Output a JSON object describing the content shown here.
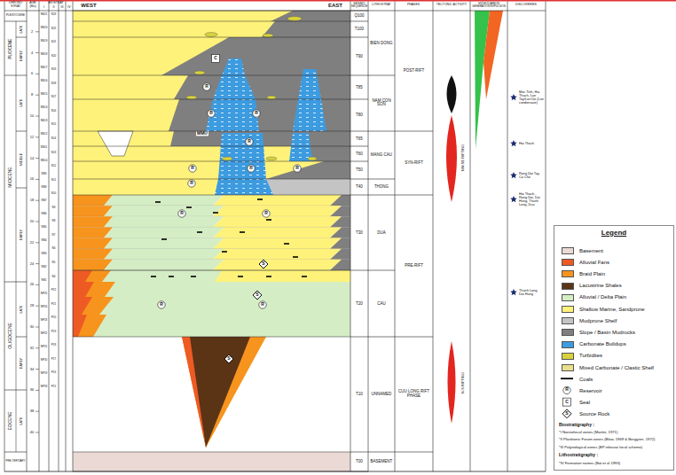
{
  "diagram": {
    "nodes": [
      {
        "text": [
          "Legend"
        ]
      }
    ],
    "labels": [
      "CHRONO STRAT",
      "AGE (Ma)",
      "BIOSTRAT",
      "I",
      "II",
      "III",
      "IV",
      "WEST",
      "EAST",
      "SEISMIC SEQUENCE",
      "LITHOSTRAT",
      "PHASES",
      "TECTONIC ACTIVITY",
      "HYDROCARBON GENERATION EXPULSION",
      "DISCOVERIES",
      "PLEISTOCENE",
      "PLIOCENE",
      "LATE",
      "EARLY",
      "MIOCENE",
      "LATE",
      "MIDDLE",
      "EARLY",
      "OLIGOCENE",
      "LATE",
      "EARLY",
      "EOCENE",
      "LATE",
      "PRE-TERTIARY",
      "2",
      "4",
      "6",
      "8",
      "10",
      "12",
      "14",
      "16",
      "18",
      "20",
      "22",
      "24",
      "26",
      "28",
      "30",
      "32",
      "34",
      "36",
      "38",
      "40",
      "Q100",
      "T100",
      "T90",
      "T85",
      "T80",
      "T65",
      "T60",
      "T50",
      "T40",
      "T30",
      "T20",
      "T10",
      "T00",
      "BIEN DONG",
      "NAM CON SON",
      "MANG CAU",
      "THONG",
      "DUA",
      "CAU",
      "UNNAMED",
      "BASEMENT",
      "POST-RIFT",
      "SYN-RIFT",
      "PRE-RIFT",
      "CUU LONG RIFT PHASE",
      "NW-SE RIFTING",
      "N-S RIFTING",
      "Moc Tinh, Hai Thach, Lan Tay/Lan Do (Lan condensate)",
      "Hai Thach",
      "Rong Doi Tay, Ca Cho",
      "Hai Thach, Rong Doi, Dai Hung, Thanh Long, Dua",
      "Thanh Long, Dai Hung",
      "MMU",
      "C",
      "R",
      "R",
      "R",
      "R",
      "R",
      "R",
      "R",
      "R",
      "R",
      "R",
      "S",
      "S",
      "R",
      "R",
      "S",
      "Biostratigraphy :",
      "*I Nannofossil zones (Martini, 1971)",
      "*II Planktonic Foram zones (Blow, 1969 & Berggren, 1972)",
      "*III Palynological zones (BP inhouse local scheme)",
      "Lithostratigraphy :",
      "*IV Formation names (Bat et al 1993)",
      "NN21",
      "NN20",
      "NN19",
      "NN18",
      "NN17",
      "NN16",
      "NN15",
      "NN14",
      "NN13",
      "NN12",
      "NN11",
      "NN10",
      "NN9",
      "NN8",
      "NN7",
      "NN6",
      "NN5",
      "NN4",
      "NN3",
      "NN2",
      "NN1",
      "NP25",
      "NP24",
      "NP23",
      "NP22",
      "NP21",
      "NP20",
      "NP19",
      "NP18",
      "N23",
      "N22",
      "N21",
      "N20",
      "N19",
      "N18",
      "N17",
      "N16",
      "N15",
      "N14",
      "N13",
      "N12",
      "N11",
      "N10",
      "N9",
      "N8",
      "N7",
      "N6",
      "N5",
      "N4",
      "P22",
      "P21",
      "P20",
      "P19",
      "P18",
      "P17",
      "P16",
      "P15",
      "R",
      "C",
      "S"
    ],
    "legend": [
      {
        "text": "Basement",
        "color": "#ead9d5"
      },
      {
        "text": "Alluvial Fans",
        "color": "#ee5a24"
      },
      {
        "text": "Braid Plain",
        "color": "#f7941d"
      },
      {
        "text": "Lacustrine Shales",
        "color": "#5b3416"
      },
      {
        "text": "Alluvial / Delta Plain",
        "color": "#d5edc5"
      },
      {
        "text": "Shallow Marine, Sandprone",
        "color": "#fff27a"
      },
      {
        "text": "Mudprone Shelf",
        "color": "#c4c4c4"
      },
      {
        "text": "Slope / Basin Mudrocks",
        "color": "#7f7f7f"
      },
      {
        "text": "Carbonate Buildups",
        "color": "#3d9be0"
      },
      {
        "text": "Turbidites",
        "color": "#d7d23c"
      },
      {
        "text": "Mixed Carbonate / Clastic Shelf",
        "color": "#e9df8a"
      },
      {
        "text": "Coals"
      },
      {
        "text": "Reservoir"
      },
      {
        "text": "Seal"
      },
      {
        "text": "Source Rock"
      }
    ]
  }
}
